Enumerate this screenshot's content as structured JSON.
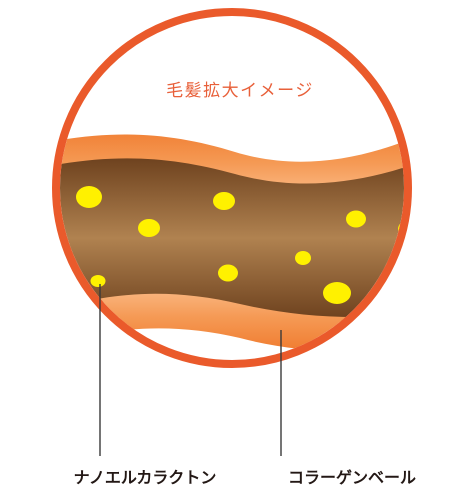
{
  "diagram": {
    "title": "毛髪拡大イメージ",
    "labels": {
      "left": "ナノエルカラクトン",
      "right": "コラーゲンベール"
    }
  },
  "colors": {
    "ring": "#ea5a2b",
    "title": "#e8603a",
    "outer_band": "#f07c30",
    "outer_band_light": "#f9b27a",
    "hair_dark": "#6b3f1c",
    "hair_mid": "#8a5a2c",
    "hair_light": "#b08250",
    "particle": "#fff100",
    "leader": "#3a3a3a",
    "label": "#231815"
  }
}
